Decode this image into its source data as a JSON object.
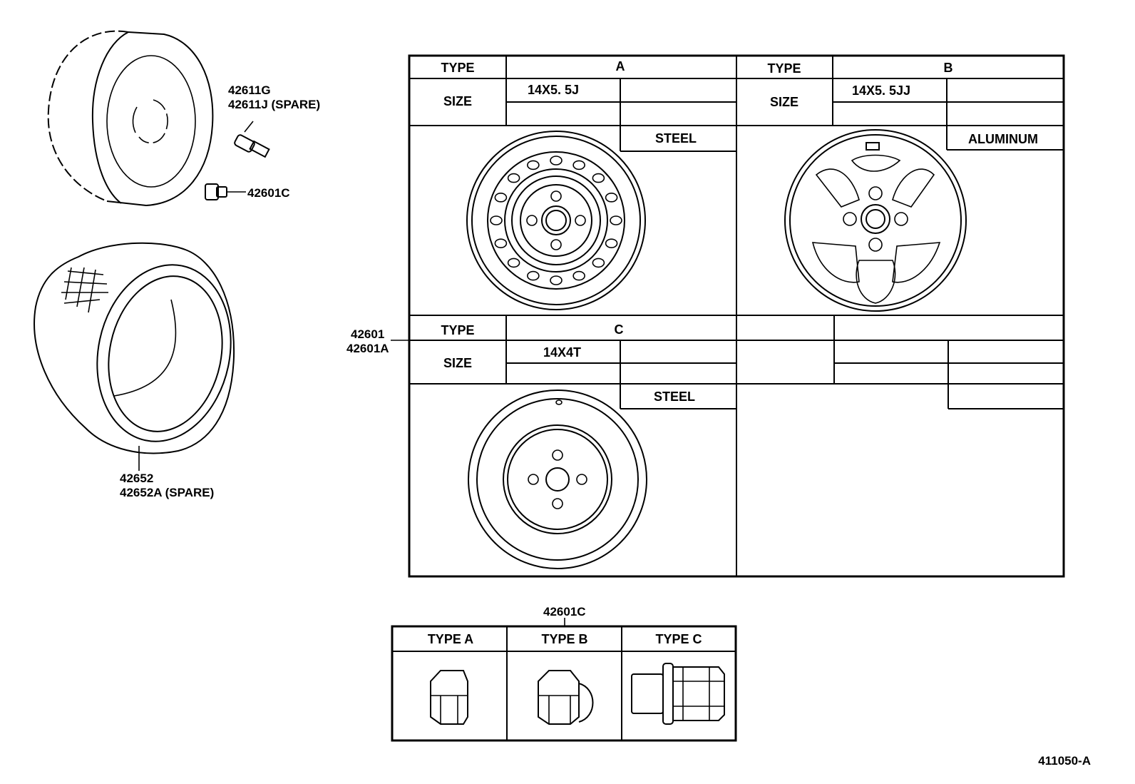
{
  "callouts": {
    "valve": "42611G",
    "valve_spare": "42611J (SPARE)",
    "nut": "42601C",
    "tire": "42652",
    "tire_spare": "42652A (SPARE)",
    "wheel": "42601",
    "wheel_alt": "42601A",
    "nut_table": "42601C"
  },
  "wheel_table": {
    "type_label": "TYPE",
    "size_label": "SIZE",
    "type_a": {
      "type": "A",
      "size": "14X5. 5J",
      "material": "STEEL"
    },
    "type_b": {
      "type": "B",
      "size": "14X5. 5JJ",
      "material": "ALUMINUM"
    },
    "type_c": {
      "type": "C",
      "size": "14X4T",
      "material": "STEEL"
    }
  },
  "nut_table": {
    "headers": [
      "TYPE A",
      "TYPE B",
      "TYPE C"
    ]
  },
  "diagram_id": "411050-A"
}
